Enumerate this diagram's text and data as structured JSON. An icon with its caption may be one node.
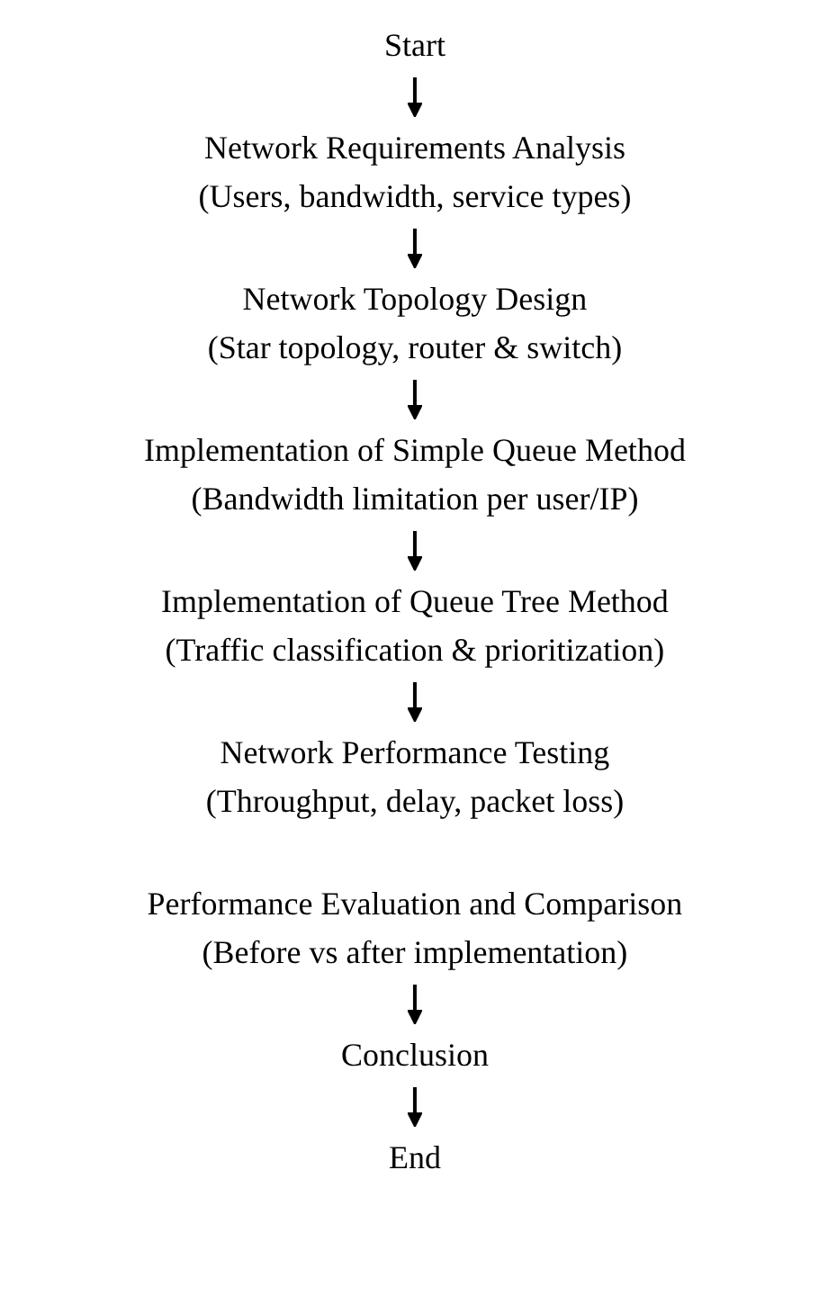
{
  "diagram": {
    "nodes": [
      {
        "text": [
          "Start"
        ]
      },
      {
        "text": [
          "Network Requirements Analysis",
          "(Users, bandwidth, service types)"
        ]
      },
      {
        "text": [
          "Network Topology Design",
          "(Star topology, router & switch)"
        ]
      },
      {
        "text": [
          "Implementation of Simple Queue Method",
          "(Bandwidth limitation per user/IP)"
        ]
      },
      {
        "text": [
          "Implementation of Queue Tree Method",
          "(Traffic classification & prioritization)"
        ]
      },
      {
        "text": [
          "Network Performance Testing",
          "(Throughput, delay, packet loss)"
        ]
      },
      {
        "text": [
          "Performance Evaluation and Comparison",
          "(Before vs after implementation)"
        ]
      },
      {
        "text": [
          "Conclusion"
        ]
      },
      {
        "text": [
          "End"
        ]
      }
    ],
    "edges": [
      {
        "from": 0,
        "to": 1,
        "arrow": "to"
      },
      {
        "from": 1,
        "to": 2,
        "arrow": "to"
      },
      {
        "from": 2,
        "to": 3,
        "arrow": "to"
      },
      {
        "from": 3,
        "to": 4,
        "arrow": "to"
      },
      {
        "from": 4,
        "to": 5,
        "arrow": "to"
      },
      {
        "from": 6,
        "to": 7,
        "arrow": "to"
      },
      {
        "from": 7,
        "to": 8,
        "arrow": "to"
      }
    ]
  }
}
